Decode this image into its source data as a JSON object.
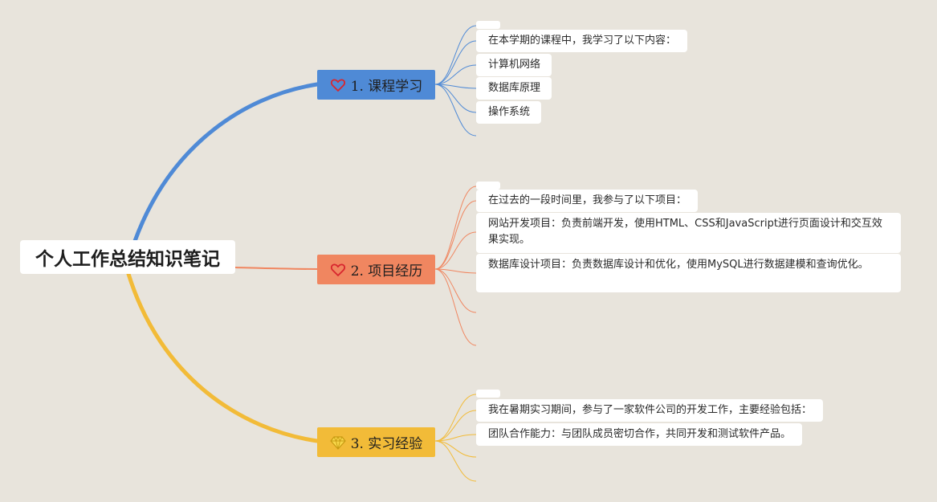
{
  "root": {
    "title": "个人工作总结知识笔记"
  },
  "branches": [
    {
      "label": "1. 课程学习",
      "icon": "heart-icon",
      "color": "#4f8ad6",
      "items": [
        "在本学期的课程中，我学习了以下内容：",
        "计算机网络",
        "数据库原理",
        "操作系统"
      ]
    },
    {
      "label": "2. 项目经历",
      "icon": "heart-icon",
      "color": "#f08660",
      "items": [
        "在过去的一段时间里，我参与了以下项目：",
        "网站开发项目：负责前端开发，使用HTML、CSS和JavaScript进行页面设计和交互效果实现。",
        "数据库设计项目：负责数据库设计和优化，使用MySQL进行数据建模和查询优化。"
      ]
    },
    {
      "label": "3. 实习经验",
      "icon": "diamond-icon",
      "color": "#f2bb38",
      "items": [
        "我在暑期实习期间，参与了一家软件公司的开发工作，主要经验包括：",
        "团队合作能力：与团队成员密切合作，共同开发和测试软件产品。"
      ]
    }
  ]
}
